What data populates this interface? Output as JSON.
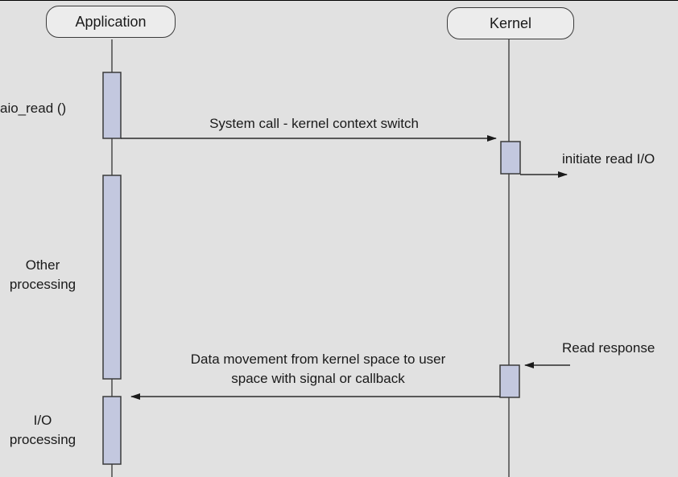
{
  "participants": {
    "application": "Application",
    "kernel": "Kernel"
  },
  "labels": {
    "aio_read": "aio_read ()",
    "other_processing_1": "Other",
    "other_processing_2": "processing",
    "io_processing_1": "I/O",
    "io_processing_2": "processing",
    "initiate_read": "initiate read I/O",
    "read_response": "Read response"
  },
  "messages": {
    "system_call": "System call - kernel context switch",
    "data_movement_1": "Data movement from kernel space to user",
    "data_movement_2": "space with signal or callback"
  },
  "colors": {
    "background": "#e1e1e1",
    "activation_fill": "#c3c8df",
    "line": "#3a3a3a"
  }
}
